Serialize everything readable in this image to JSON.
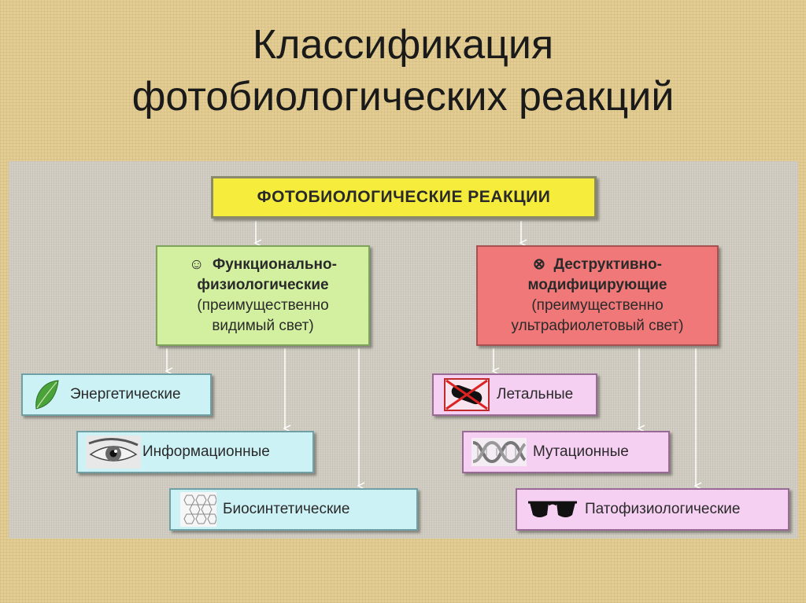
{
  "title": {
    "line1": "Классификация",
    "line2": "фотобиологических реакций"
  },
  "root": {
    "label": "ФОТОБИОЛОГИЧЕСКИЕ РЕАКЦИИ"
  },
  "categories": [
    {
      "symbol": "☺",
      "line1": "Функционально-",
      "line2": "физиологические",
      "line3": "(преимущественно",
      "line4": "видимый свет)"
    },
    {
      "symbol": "⊗",
      "line1": "Деструктивно-",
      "line2": "модифицирующие",
      "line3": "(преимущественно",
      "line4": "ультрафиолетовый свет)"
    }
  ],
  "leaves": [
    {
      "label": "Энергетические",
      "icon": "leaf-icon"
    },
    {
      "label": "Информационные",
      "icon": "eye-icon"
    },
    {
      "label": "Биосинтетические",
      "icon": "molecule-icon"
    },
    {
      "label": "Летальные",
      "icon": "crossed-bacterium-icon"
    },
    {
      "label": "Мутационные",
      "icon": "dna-icon"
    },
    {
      "label": "Патофизиологические",
      "icon": "sunglasses-icon"
    }
  ],
  "colors": {
    "root_fill": "#f5ec3c",
    "green_category": "#d3f0a0",
    "red_category": "#f07878",
    "cyan_leaf": "#ccf2f6",
    "pink_leaf": "#f6d0f2",
    "connector": "#ffffff"
  }
}
